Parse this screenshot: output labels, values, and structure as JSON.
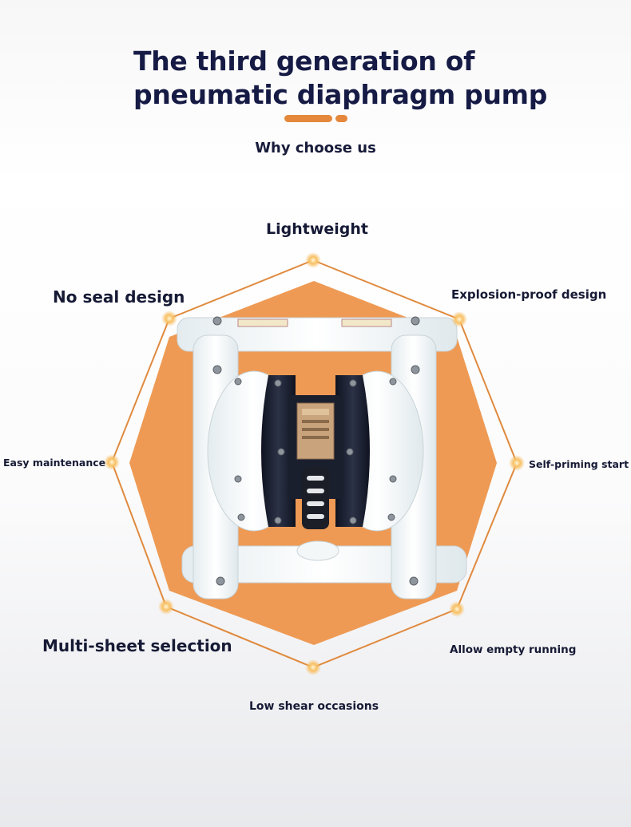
{
  "heading": {
    "line1": "The third generation of",
    "line2": "pneumatic diaphragm pump",
    "subtitle": "Why choose us"
  },
  "features": [
    "Lightweight",
    "Explosion-proof design",
    "Self-priming start",
    "Allow empty running",
    "Low shear occasions",
    "Multi-sheet selection",
    "Easy maintenance",
    "No seal design"
  ],
  "colors": {
    "accent": "#e5883b",
    "octagon_fill": "#ee9a54",
    "title": "#161b45",
    "node": "#f6a94e"
  },
  "image": {
    "subject": "pneumatic-diaphragm-pump"
  }
}
